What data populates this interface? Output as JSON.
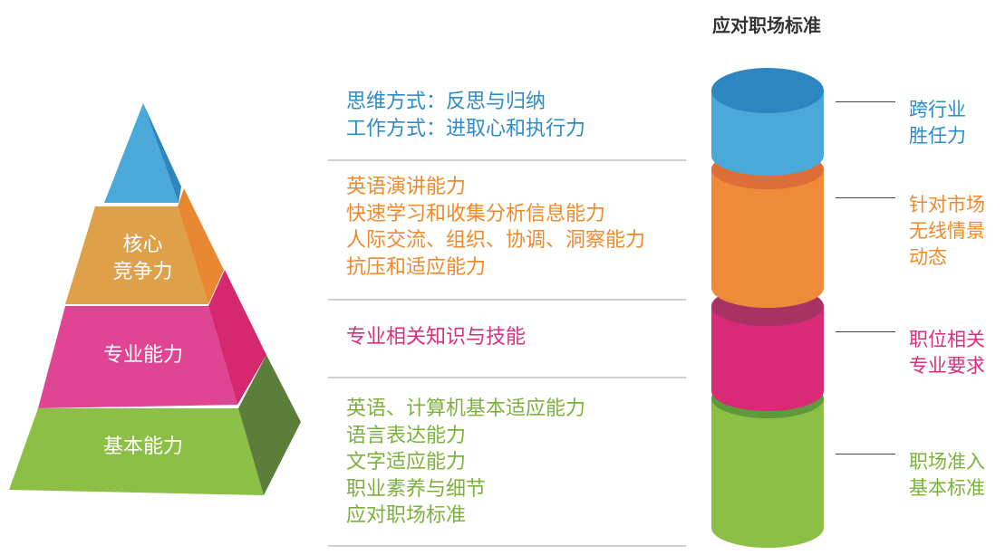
{
  "colors": {
    "blue": "#4aa9d8",
    "orange": "#f0913a",
    "pink": "#df3a8a",
    "green": "#8cbf46",
    "heading": "#333333"
  },
  "pyramid": {
    "levels": [
      {
        "key": "top",
        "label": ""
      },
      {
        "key": "core",
        "label": "核心\n竞争力"
      },
      {
        "key": "professional",
        "label": "专业能力"
      },
      {
        "key": "basic",
        "label": "基本能力"
      }
    ]
  },
  "middle": {
    "groups": [
      {
        "color": "blue",
        "lines": [
          "思维方式：反思与归纳",
          "工作方式：进取心和执行力"
        ]
      },
      {
        "color": "orange",
        "lines": [
          "英语演讲能力",
          "快速学习和收集分析信息能力",
          "人际交流、组织、协调、洞察能力",
          "抗压和适应能力"
        ]
      },
      {
        "color": "pink",
        "lines": [
          "专业相关知识与技能"
        ]
      },
      {
        "color": "green",
        "lines": [
          "英语、计算机基本适应能力",
          "语言表达能力",
          "文字适应能力",
          "职业素养与细节",
          "应对职场标准"
        ]
      }
    ]
  },
  "column": {
    "title": "应对职场标准",
    "labels": [
      {
        "color": "blue",
        "lines": [
          "跨行业",
          "胜任力"
        ]
      },
      {
        "color": "orange",
        "lines": [
          "针对市场",
          "无线情景",
          "动态"
        ]
      },
      {
        "color": "pink",
        "lines": [
          "职位相关",
          "专业要求"
        ]
      },
      {
        "color": "green",
        "lines": [
          "职场准入",
          "基本标准"
        ]
      }
    ]
  }
}
